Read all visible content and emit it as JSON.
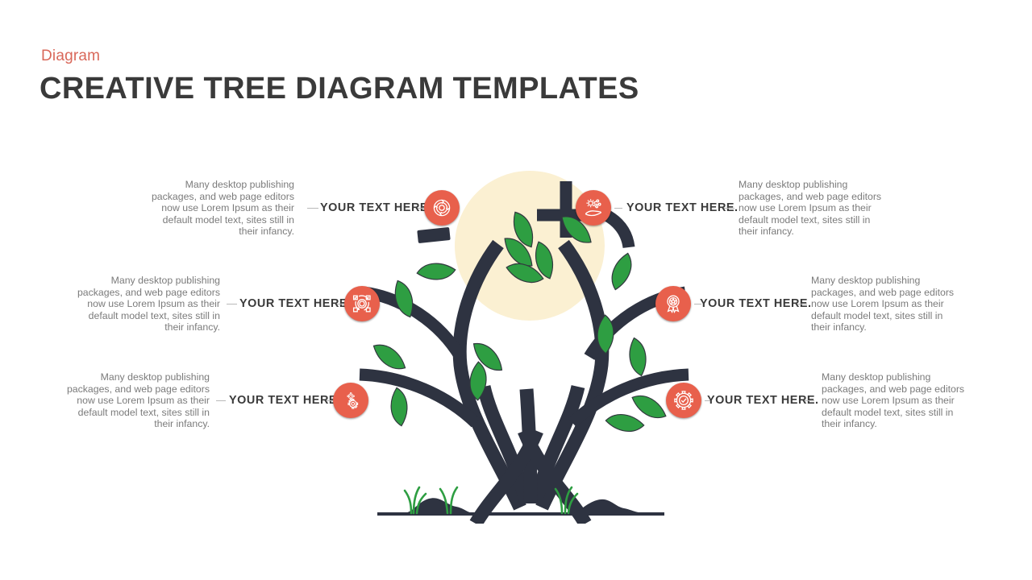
{
  "header": {
    "eyebrow": "Diagram",
    "title": "CREATIVE TREE DIAGRAM TEMPLATES",
    "eyebrow_color": "#d9685a",
    "title_color": "#3a3a3a"
  },
  "theme": {
    "badge_color": "#e8604c",
    "trunk_color": "#2e3341",
    "leaf_color": "#2e9e42",
    "sun_color": "#fbf0d2",
    "body_text_color": "#7b7b7b",
    "ground_color": "#2e3341",
    "connector_color": "#b9b9b9",
    "background": "#ffffff"
  },
  "diagram": {
    "type": "tree-diagram",
    "node_count": 6,
    "body_text": "Many  desktop publishing packages, and web page editors now use Lorem Ipsum as their default model text,   sites still in their infancy.",
    "nodes": [
      {
        "id": "node-top-left",
        "side": "left",
        "label": "YOUR  TEXT  HERE.",
        "icon": "target-cycle-icon",
        "text": "Many  desktop publishing packages, and web page editors now use Lorem Ipsum as their default model text,   sites still in their infancy."
      },
      {
        "id": "node-middle-left",
        "side": "left",
        "label": "YOUR  TEXT  HERE.",
        "icon": "checklist-cycle-icon",
        "text": "Many  desktop publishing packages, and web page editors now use Lorem Ipsum as their default model text,   sites still in their infancy."
      },
      {
        "id": "node-bottom-left",
        "side": "left",
        "label": "YOUR  TEXT  HERE.",
        "icon": "gears-icon",
        "text": "Many  desktop publishing packages, and web page editors now use Lorem Ipsum as their default model text,   sites still in their infancy."
      },
      {
        "id": "node-top-right",
        "side": "right",
        "label": "YOUR  TEXT  HERE.",
        "icon": "hand-gear-network-icon",
        "text": "Many  desktop publishing packages, and web page editors now use Lorem Ipsum as their default model text,   sites still in their infancy."
      },
      {
        "id": "node-middle-right",
        "side": "right",
        "label": "YOUR  TEXT  HERE.",
        "icon": "award-medal-icon",
        "text": "Many  desktop publishing packages, and web page editors now use Lorem Ipsum as their default model text,   sites still in their infancy."
      },
      {
        "id": "node-bottom-right",
        "side": "right",
        "label": "YOUR  TEXT  HERE.",
        "icon": "gear-check-icon",
        "text": "Many  desktop publishing packages, and web page editors now use Lorem Ipsum as their default model text,   sites still in their infancy."
      }
    ]
  }
}
